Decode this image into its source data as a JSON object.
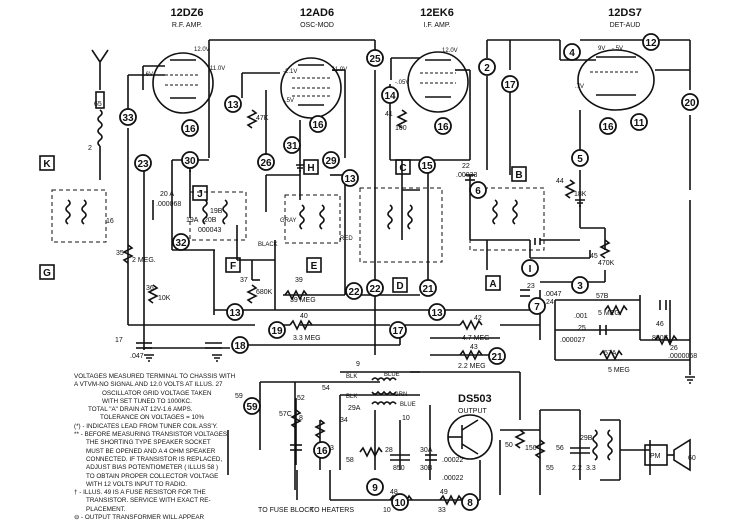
{
  "tubes": [
    {
      "type": "12DZ6",
      "function": "R.F. AMP."
    },
    {
      "type": "12AD6",
      "function": "OSC-MOD"
    },
    {
      "type": "12EK6",
      "function": "I.F. AMP."
    },
    {
      "type": "12DS7",
      "function": "DET-AUD"
    }
  ],
  "transistor": {
    "ref": "DS503",
    "function": "OUTPUT"
  },
  "test_points": [
    "2",
    "3",
    "4",
    "5",
    "6",
    "7",
    "8",
    "9",
    "10",
    "11",
    "12",
    "13",
    "14",
    "15",
    "16",
    "17",
    "18",
    "19",
    "20",
    "21",
    "22",
    "23",
    "25",
    "26",
    "29",
    "30",
    "31",
    "32",
    "33"
  ],
  "box_labels": [
    "K",
    "G",
    "J",
    "F",
    "H",
    "E",
    "C",
    "D",
    "B",
    "A",
    "I"
  ],
  "component_labels": {
    "r_65": "65",
    "r_2": "2",
    "r_47k": "47K",
    "r_41": "41",
    "r_100": "100",
    "r_44": "44",
    "r_18k": "18K",
    "r_45": "45",
    "r_470k": "470K",
    "c_20a": "20 A",
    "c_0068": ".000068",
    "c_1": "1",
    "c_0015": "00015",
    "c_19a": "19A",
    "c_000043": "000043",
    "c_19b": "19B",
    "c_20b": "20B",
    "c_16": "16",
    "c_35": "35",
    "c_2meg": "2 MEG.",
    "r_36": "36",
    "r_10k": "10K",
    "r_37": "37",
    "r_680k": "680K",
    "r_39": "39",
    "r_39meg": "39 MEG",
    "c_17": "17",
    "c_047": ".047",
    "r_40": "40",
    "r_33meg": "3.3 MEG",
    "r_42": "42",
    "r_47meg": "4.7 MEG",
    "r_43": "43",
    "r_22meg": "2.2 MEG",
    "c_23": "23",
    "c_0047": ".0047",
    "c_24": "24",
    "c_57b": "57B",
    "c_001": ".001",
    "c_5meg": "5 MEG.",
    "c_25": "25",
    "c_000027": ".000027",
    "r_46": "46",
    "r_820k": "820K",
    "c_26": "26",
    "c_000068b": ".0000068",
    "r_57a": "57A",
    "r_5meg": "5 MEG",
    "c_22": "22",
    "c_00033": ".00033",
    "gray": "GRAY",
    "black": "BLACK",
    "red": "RED",
    "blk": "BLK",
    "blue": "BLUE",
    "grn": "GRN",
    "c_28": "28",
    "c_9": "9",
    "c_30": "30",
    "c_10": "10",
    "c_29a": "29A",
    "c_29b": "29B",
    "c_57c": "57C",
    "r_52": "52",
    "c_8": "8",
    "r_50": "50",
    "r_150": "150",
    "r_58": "58",
    "c_29b_val": "850",
    "c_30a": "30A",
    "c_30b": "30B",
    "c_00022": ".00022",
    "c_00022b": ".00022",
    "c_55": "55",
    "c_56": "56",
    "c_2_2": "2.2",
    "c_3_3": "3.3",
    "r_48": "48",
    "r_10": "10",
    "r_49": "49",
    "r_33": "33",
    "r_54": "54",
    "c_59": "59",
    "r_34": "34",
    "r_3": "3",
    "pm": "PM",
    "sp_60": "60",
    "c_12v": "12.0V",
    "c_6v": "-.6V",
    "c_11v": "11.0V",
    "c_02v": "-.2V",
    "c_21v": "-2.1V",
    "c_5v": "-.5V",
    "c_11v_b": "11.0V",
    "c_12v_b": "12.0V",
    "c_05v": "-.05V",
    "c_9v": "9V",
    "c_5v_b": "-.5V",
    "c_7v": ".7V"
  },
  "bottom_labels": [
    "TO FUSE BLOCK",
    "TO HEATERS"
  ],
  "notes": [
    "VOLTAGES MEASURED TERMINAL TO CHASSIS WITH",
    "A VTVM-NO SIGNAL AND 12.0 VOLTS AT ILLUS. 27",
    "OSCILLATOR GRID VOLTAGE TAKEN",
    "WITH SET TUNED TO 1000KC.",
    "TOTAL \"A\" DRAIN AT 12V-1.6 AMPS.",
    "TOLERANCE ON VOLTAGES = 10%",
    "(*) - INDICATES LEAD FROM TUNER COIL ASS'Y.",
    "** - BEFORE MEASURING TRANSISTOR VOLTAGES,",
    "THE SHORTING TYPE SPEAKER SOCKET",
    "MUST BE OPENED AND A 4 OHM SPEAKER",
    "CONNECTED. IF TRANSISTOR IS REPLACED,",
    "ADJUST BIAS POTENTIOMETER ( ILLUS 58 )",
    "TO OBTAIN PROPER COLLECTOR VOLTAGE",
    "WITH 12 VOLTS INPUT TO RADIO.",
    "† - ILLUS. 49 IS A FUSE RESISTOR FOR THE",
    "TRANSISTOR. SERVICE WITH EXACT RE-",
    "PLACEMENT.",
    "⊖ - OUTPUT TRANSFORMER WILL APPEAR"
  ]
}
